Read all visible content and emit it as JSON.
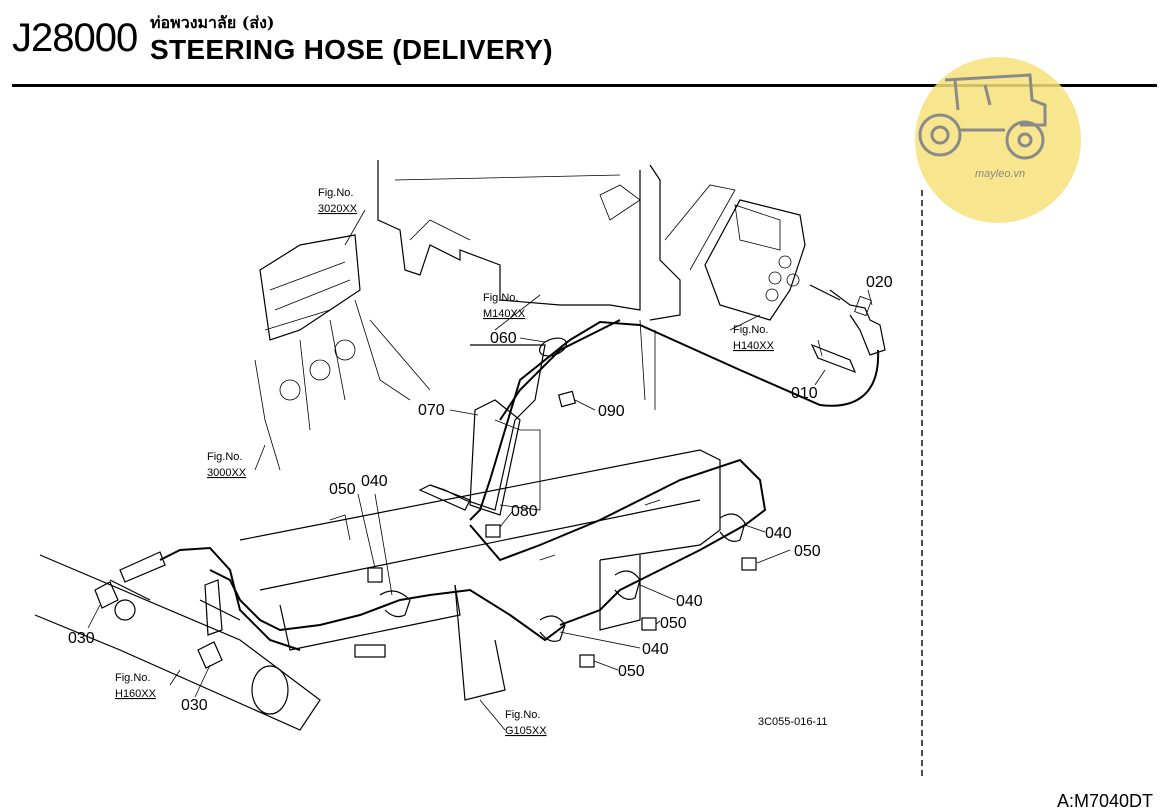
{
  "header": {
    "code": "J28000",
    "title_th": "ท่อพวงมาลัย (ส่ง)",
    "title_en": "STEERING HOSE (DELIVERY)"
  },
  "watermark": {
    "text": "mayleo.vn",
    "color": "#f7e27a"
  },
  "figure_refs": [
    {
      "label": "Fig.No.",
      "code": "3020XX"
    },
    {
      "label": "Fig.No.",
      "code": "M140XX"
    },
    {
      "label": "Fig.No.",
      "code": "H140XX"
    },
    {
      "label": "Fig.No.",
      "code": "3000XX"
    },
    {
      "label": "Fig.No.",
      "code": "H160XX"
    },
    {
      "label": "Fig.No.",
      "code": "G105XX"
    }
  ],
  "part_callouts": [
    "020",
    "060",
    "090",
    "070",
    "010",
    "050",
    "040",
    "080",
    "040",
    "050",
    "040",
    "050",
    "040",
    "050",
    "030",
    "030"
  ],
  "drawing_code": "3C055-016-11",
  "footer": {
    "model": "A:M7040DT"
  }
}
